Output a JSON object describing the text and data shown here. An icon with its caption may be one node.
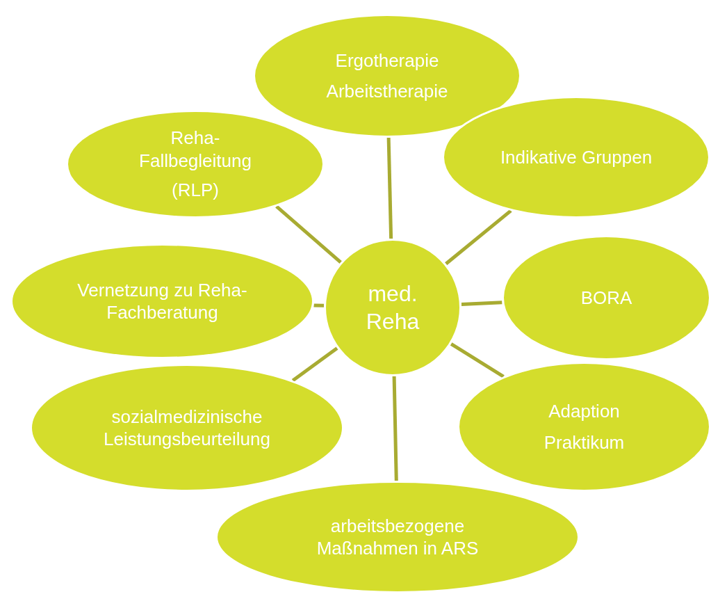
{
  "diagram": {
    "nodes": [
      {
        "text": [
          "med. Reha"
        ]
      },
      {
        "text": [
          "Ergotherapie",
          "Arbeitstherapie"
        ]
      },
      {
        "text": [
          "Indikative Gruppen"
        ]
      },
      {
        "text": [
          "BORA"
        ]
      },
      {
        "text": [
          "Adaption",
          "Praktikum"
        ]
      },
      {
        "text": [
          "arbeitsbezogene Maßnahmen in ARS"
        ]
      },
      {
        "text": [
          "sozialmedizinische Leistungsbeurteilung"
        ]
      },
      {
        "text": [
          "Vernetzung zu Reha-Fachberatung"
        ]
      },
      {
        "text": [
          "Reha-Fallbegleitung",
          "(RLP)"
        ]
      }
    ],
    "edges": [
      {
        "from": 0,
        "to": 1,
        "arrow": "none"
      },
      {
        "from": 0,
        "to": 2,
        "arrow": "none"
      },
      {
        "from": 0,
        "to": 3,
        "arrow": "none"
      },
      {
        "from": 0,
        "to": 4,
        "arrow": "none"
      },
      {
        "from": 0,
        "to": 5,
        "arrow": "none"
      },
      {
        "from": 0,
        "to": 6,
        "arrow": "none"
      },
      {
        "from": 0,
        "to": 7,
        "arrow": "none"
      },
      {
        "from": 0,
        "to": 8,
        "arrow": "none"
      }
    ]
  }
}
